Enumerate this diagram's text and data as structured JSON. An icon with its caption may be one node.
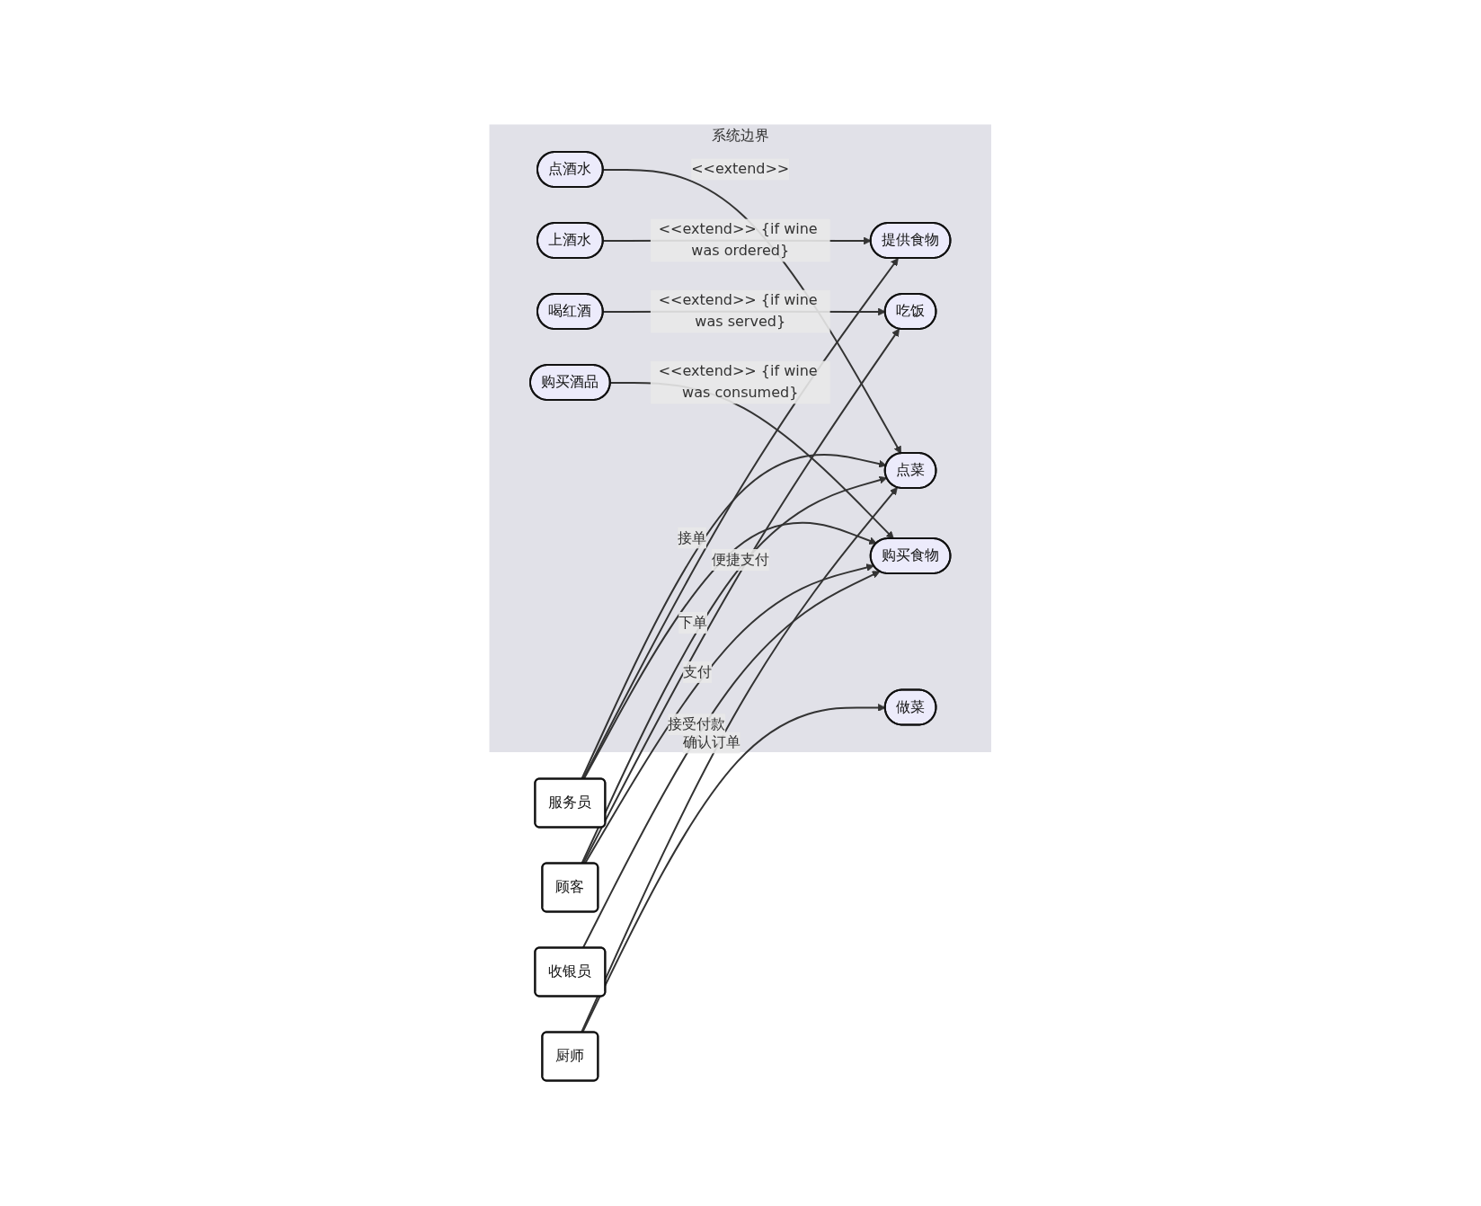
{
  "diagram": {
    "nodes": [
      {
        "text": [
          "系统边界"
        ]
      },
      {
        "text": [
          "点菜"
        ],
        "in": 0
      },
      {
        "text": [
          "点酒水"
        ],
        "in": 0
      },
      {
        "text": [
          "提供食物"
        ],
        "in": 0
      },
      {
        "text": [
          "做菜"
        ],
        "in": 0
      },
      {
        "text": [
          "上酒水"
        ],
        "in": 0
      },
      {
        "text": [
          "吃饭"
        ],
        "in": 0
      },
      {
        "text": [
          "喝红酒"
        ],
        "in": 0
      },
      {
        "text": [
          "购买食物"
        ],
        "in": 0
      },
      {
        "text": [
          "购买酒品"
        ],
        "in": 0
      },
      {
        "text": [
          "服务员"
        ]
      },
      {
        "text": [
          "顾客"
        ]
      },
      {
        "text": [
          "收银员"
        ]
      },
      {
        "text": [
          "厨师"
        ]
      }
    ],
    "edges": [
      {
        "from": 10,
        "to": 1,
        "arrow": "to",
        "label": "接单"
      },
      {
        "from": 2,
        "to": 1,
        "arrow": "to",
        "label": "<<extend>>"
      },
      {
        "from": 13,
        "to": 1,
        "arrow": "to",
        "label": "确认订单"
      },
      {
        "from": 10,
        "to": 3,
        "arrow": "to"
      },
      {
        "from": 11,
        "to": 1,
        "arrow": "to",
        "label": "下单"
      },
      {
        "from": 13,
        "to": 4,
        "arrow": "to"
      },
      {
        "from": 5,
        "to": 3,
        "arrow": "to",
        "label": "<<extend>> {if wine was ordered}"
      },
      {
        "from": 10,
        "to": 8,
        "arrow": "to"
      },
      {
        "from": 11,
        "to": 6,
        "arrow": "to",
        "label": "便捷支付"
      },
      {
        "from": 11,
        "to": 8,
        "arrow": "to",
        "label": "支付"
      },
      {
        "from": 7,
        "to": 6,
        "arrow": "to",
        "label": "<<extend>> {if wine was served}"
      },
      {
        "from": 12,
        "to": 8,
        "arrow": "to",
        "label": "接受付款"
      },
      {
        "from": 9,
        "to": 8,
        "arrow": "to",
        "label": "<<extend>> {if wine was consumed}"
      }
    ]
  }
}
